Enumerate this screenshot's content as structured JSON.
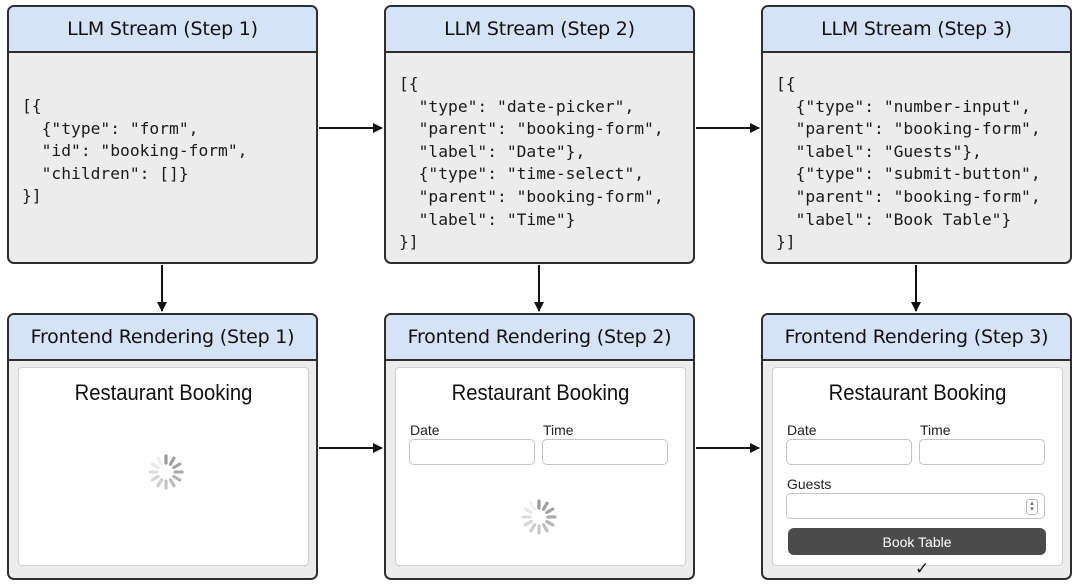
{
  "stream_panels": [
    {
      "header": "LLM Stream (Step 1)",
      "code": "[{\n  {\"type\": \"form\",\n  \"id\": \"booking-form\",\n  \"children\": []}\n}]"
    },
    {
      "header": "LLM Stream (Step 2)",
      "code": "[{\n  \"type\": \"date-picker\",\n  \"parent\": \"booking-form\",\n  \"label\": \"Date\"},\n  {\"type\": \"time-select\",\n  \"parent\": \"booking-form\",\n  \"label\": \"Time\"}\n}]"
    },
    {
      "header": "LLM Stream (Step 3)",
      "code": "[{\n  {\"type\": \"number-input\",\n  \"parent\": \"booking-form\",\n  \"label\": \"Guests\"},\n  {\"type\": \"submit-button\",\n  \"parent\": \"booking-form\",\n  \"label\": \"Book Table\"}\n}]"
    }
  ],
  "render_panels": [
    {
      "header": "Frontend Rendering (Step 1)",
      "form_title": "Restaurant Booking"
    },
    {
      "header": "Frontend Rendering (Step 2)",
      "form_title": "Restaurant Booking",
      "date_label": "Date",
      "time_label": "Time"
    },
    {
      "header": "Frontend Rendering (Step 3)",
      "form_title": "Restaurant Booking",
      "date_label": "Date",
      "time_label": "Time",
      "guests_label": "Guests",
      "button_label": "Book Table",
      "confirm_icon": "check-icon"
    }
  ],
  "colors": {
    "header_bg": "#d6e2f5",
    "panel_bg": "#ececec",
    "border": "#2e2e2e",
    "button_bg": "#4b4b4b"
  }
}
